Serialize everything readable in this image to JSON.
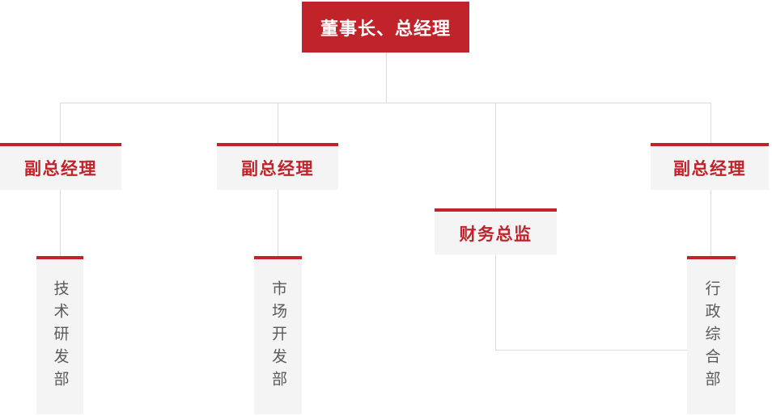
{
  "org_chart": {
    "root": {
      "label": "董事长、总经理"
    },
    "level2": [
      {
        "id": "vp1",
        "label": "副总经理"
      },
      {
        "id": "vp2",
        "label": "副总经理"
      },
      {
        "id": "cfo",
        "label": "财务总监"
      },
      {
        "id": "vp3",
        "label": "副总经理"
      }
    ],
    "departments": [
      {
        "id": "tech",
        "label": "技术研发部"
      },
      {
        "id": "market",
        "label": "市场开发部"
      },
      {
        "id": "admin",
        "label": "行政综合部"
      }
    ],
    "edges": [
      {
        "from": "root",
        "to": "vp1"
      },
      {
        "from": "root",
        "to": "vp2"
      },
      {
        "from": "root",
        "to": "cfo"
      },
      {
        "from": "root",
        "to": "vp3"
      },
      {
        "from": "vp1",
        "to": "tech"
      },
      {
        "from": "vp2",
        "to": "market"
      },
      {
        "from": "vp3",
        "to": "admin"
      },
      {
        "from": "cfo",
        "to": "admin"
      }
    ],
    "colors": {
      "primary_red": "#c1232b",
      "node_background": "#f4f4f4",
      "connector_line": "#d9d9d9",
      "department_text": "#5a5a5a",
      "root_text": "#ffffff",
      "page_background": "#ffffff"
    }
  }
}
